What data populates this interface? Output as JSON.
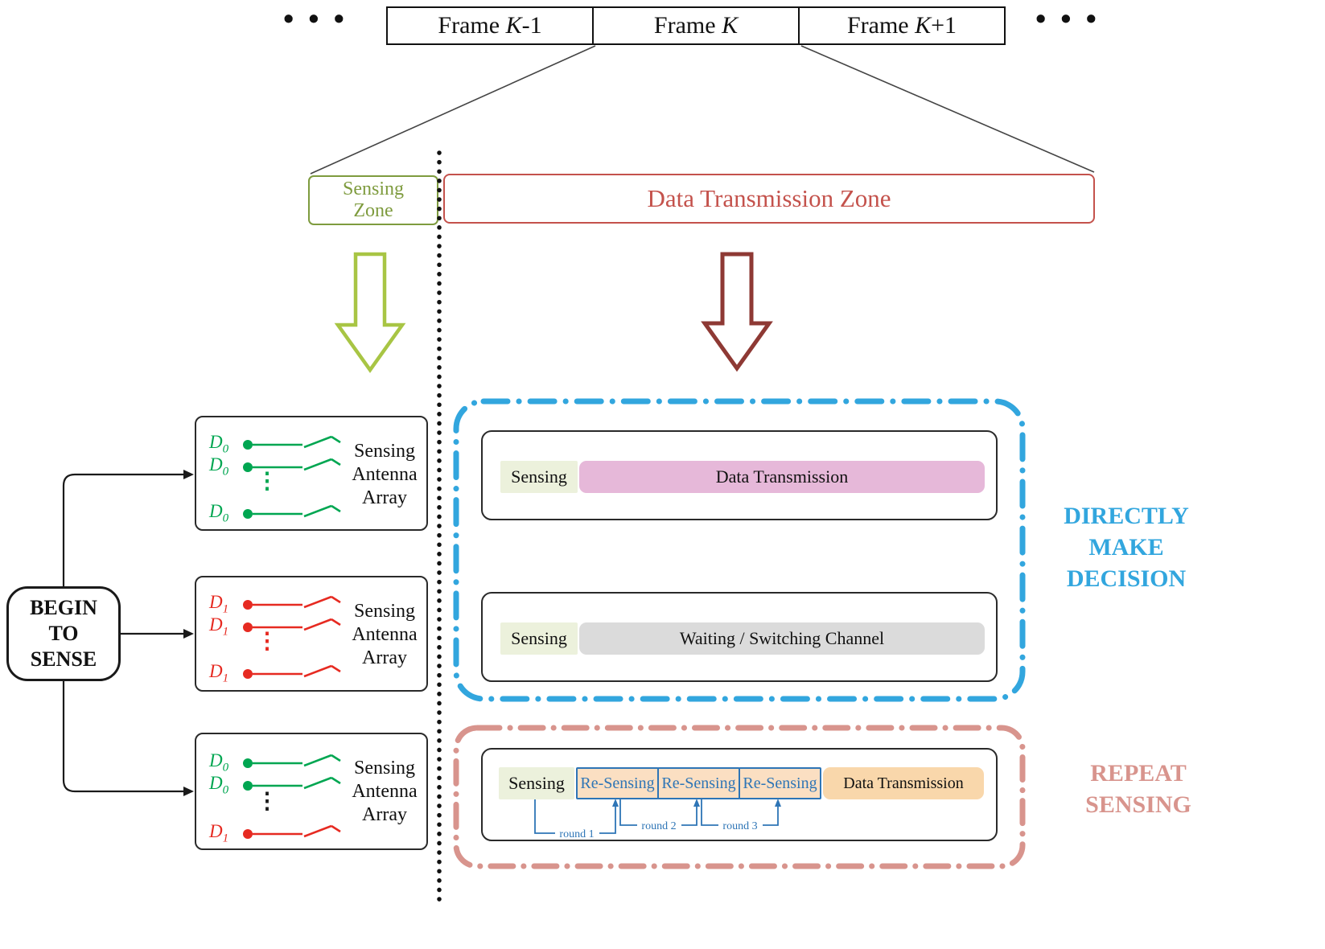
{
  "timeline": {
    "dots": "•••",
    "frames": [
      {
        "prefix": "Frame ",
        "variable": "K",
        "suffix": "-1"
      },
      {
        "prefix": "Frame ",
        "variable": "K",
        "suffix": ""
      },
      {
        "prefix": "Frame ",
        "variable": "K",
        "suffix": "+1"
      }
    ]
  },
  "zones": {
    "sensing": {
      "line1": "Sensing",
      "line2": "Zone",
      "color": "#7E9B3E"
    },
    "data_transmission": {
      "label": "Data Transmission Zone",
      "color": "#C4524C"
    }
  },
  "arrows": {
    "sensing_arrow_color": "#A8C544",
    "data_arrow_color": "#8E3934"
  },
  "begin": {
    "lines": [
      "BEGIN",
      "TO",
      "SENSE"
    ]
  },
  "antenna_arrays": [
    {
      "label_lines": [
        "Sensing",
        "Antenna",
        "Array"
      ],
      "vdots": "⋮",
      "dots_color": "#00A651",
      "rows": [
        {
          "v": "D",
          "s": "0",
          "color": "#00A651"
        },
        {
          "v": "D",
          "s": "0",
          "color": "#00A651"
        },
        {
          "v": "D",
          "s": "0",
          "color": "#00A651"
        }
      ]
    },
    {
      "label_lines": [
        "Sensing",
        "Antenna",
        "Array"
      ],
      "vdots": "⋮",
      "dots_color": "#E62A21",
      "rows": [
        {
          "v": "D",
          "s": "1",
          "color": "#E62A21"
        },
        {
          "v": "D",
          "s": "1",
          "color": "#E62A21"
        },
        {
          "v": "D",
          "s": "1",
          "color": "#E62A21"
        }
      ]
    },
    {
      "label_lines": [
        "Sensing",
        "Antenna",
        "Array"
      ],
      "vdots": "⋮",
      "dots_color": "#1a1a1a",
      "rows": [
        {
          "v": "D",
          "s": "0",
          "color": "#00A651"
        },
        {
          "v": "D",
          "s": "0",
          "color": "#00A651"
        },
        {
          "v": "D",
          "s": "1",
          "color": "#E62A21"
        }
      ]
    }
  ],
  "decision": {
    "label_lines": [
      "DIRECTLY",
      "MAKE",
      "DECISION"
    ],
    "color": "#32A6DE",
    "sensing_bg": "#ECF1DC",
    "rows": [
      {
        "sensing": "Sensing",
        "bar_label": "Data Transmission",
        "bar_color": "#E6B8D9"
      },
      {
        "sensing": "Sensing",
        "bar_label": "Waiting / Switching Channel",
        "bar_color": "#DBDBDB"
      }
    ]
  },
  "repeat": {
    "label_lines": [
      "REPEAT",
      "SENSING"
    ],
    "color": "#D8948D",
    "sensing": "Sensing",
    "sensing_bg": "#ECF1DC",
    "resensing_labels": [
      "Re-Sensing",
      "Re-Sensing",
      "Re-Sensing"
    ],
    "resensing_color": "#2E75B6",
    "resensing_bg": "#FBDFC2",
    "data_label": "Data Transmission",
    "data_bg": "#F9D7AB",
    "rounds": [
      "round 1",
      "round 2",
      "round 3"
    ],
    "round_color": "#2E75B6"
  }
}
